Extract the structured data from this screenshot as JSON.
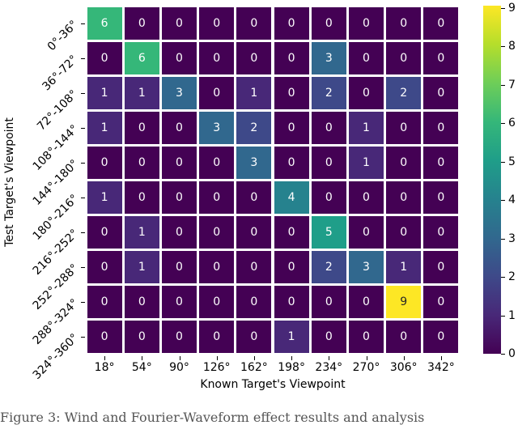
{
  "chart_data": {
    "type": "heatmap",
    "title": "",
    "xlabel": "Known Target's Viewpoint",
    "ylabel": "Test Target's Viewpoint",
    "x_categories": [
      "18°",
      "54°",
      "90°",
      "126°",
      "162°",
      "198°",
      "234°",
      "270°",
      "306°",
      "342°"
    ],
    "y_categories": [
      "0°-36°",
      "36°-72°",
      "72°-108°",
      "108°-144°",
      "144°-180°",
      "180°-216°",
      "216°-252°",
      "252°-288°",
      "288°-324°",
      "324°-360°"
    ],
    "values": [
      [
        6,
        0,
        0,
        0,
        0,
        0,
        0,
        0,
        0,
        0
      ],
      [
        0,
        6,
        0,
        0,
        0,
        0,
        3,
        0,
        0,
        0
      ],
      [
        1,
        1,
        3,
        0,
        1,
        0,
        2,
        0,
        2,
        0
      ],
      [
        1,
        0,
        0,
        3,
        2,
        0,
        0,
        1,
        0,
        0
      ],
      [
        0,
        0,
        0,
        0,
        3,
        0,
        0,
        1,
        0,
        0
      ],
      [
        1,
        0,
        0,
        0,
        0,
        4,
        0,
        0,
        0,
        0
      ],
      [
        0,
        1,
        0,
        0,
        0,
        0,
        5,
        0,
        0,
        0
      ],
      [
        0,
        1,
        0,
        0,
        0,
        0,
        2,
        3,
        1,
        0
      ],
      [
        0,
        0,
        0,
        0,
        0,
        0,
        0,
        0,
        9,
        0
      ],
      [
        0,
        0,
        0,
        0,
        0,
        1,
        0,
        0,
        0,
        0
      ]
    ],
    "colormap": "viridis",
    "colorbar": {
      "min": 0,
      "max": 9,
      "ticks": [
        "0",
        "1",
        "2",
        "3",
        "4",
        "5",
        "6",
        "7",
        "8",
        "9"
      ]
    },
    "annotated": true,
    "grid": false,
    "legend_position": "right (colorbar)"
  },
  "colors": {
    "0": "#440154",
    "1": "#482878",
    "2": "#3e4989",
    "3": "#31688e",
    "4": "#26828e",
    "5": "#1f9e89",
    "6": "#35b779",
    "7": "#6ece58",
    "8": "#b5de2b",
    "9": "#fde725"
  },
  "caption_partial": "Figure 3: Wind and Fourier-Waveform effect results and analysis"
}
